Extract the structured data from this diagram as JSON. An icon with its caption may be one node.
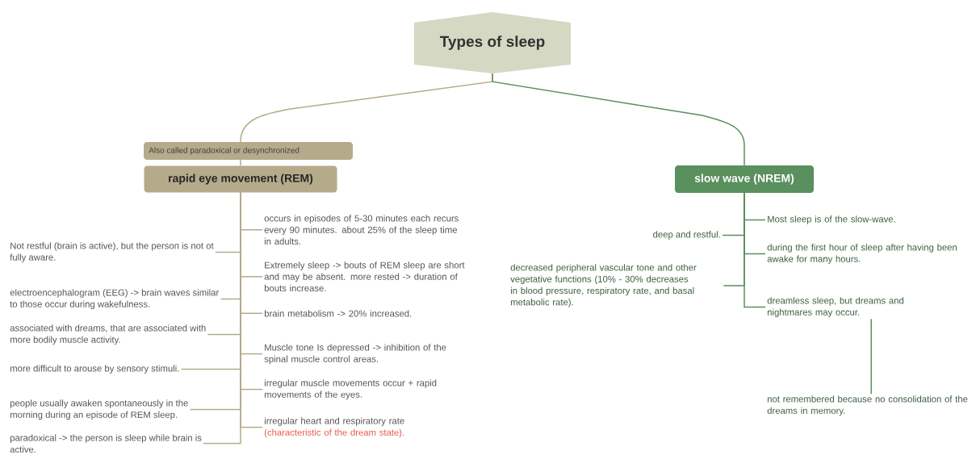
{
  "diagram": {
    "nodes": [
      {
        "text": [
          "Types of sleep"
        ]
      },
      {
        "text": [
          "rapid eye movement (REM)"
        ],
        "beside": [
          "Also called paradoxical or desynchronized"
        ]
      },
      {
        "text": [
          "slow wave (NREM)"
        ]
      },
      {
        "text": [
          "occurs in episodes of 5-30 minutes each recurs every 90 minutes. about 25% of the sleep time in adults."
        ]
      },
      {
        "text": [
          "Not restful (brain is active), but the person is not ot fully aware."
        ]
      },
      {
        "text": [
          "Extremely sleep -> bouts of REM sleep are short and may be absent. more rested -> duration of bouts increase."
        ]
      },
      {
        "text": [
          "electroencephalogram (EEG) -> brain waves similar to those occur during wakefulness."
        ]
      },
      {
        "text": [
          "brain metabolism -> 20% increased."
        ]
      },
      {
        "text": [
          "associated with dreams, that are associated with more bodily muscle activity."
        ]
      },
      {
        "text": [
          "Muscle tone Is depressed -> inhibition of the spinal muscle control areas."
        ]
      },
      {
        "text": [
          "more difficult to arouse by sensory stimuli."
        ]
      },
      {
        "text": [
          "irregular muscle movements occur  + rapid movements of the eyes."
        ]
      },
      {
        "text": [
          "people usually awaken spontaneously in the morning during an episode of REM sleep."
        ]
      },
      {
        "text": [
          "irregular heart and respiratory rate",
          "(characteristic of the dream state)."
        ]
      },
      {
        "text": [
          "paradoxical -> the person is sleep while brain is active."
        ]
      },
      {
        "text": [
          "Most sleep is of the slow-wave."
        ]
      },
      {
        "text": [
          "deep and restful."
        ]
      },
      {
        "text": [
          "during the first hour of sleep after having been awake for many hours."
        ]
      },
      {
        "text": [
          "decreased peripheral vascular tone and other vegetative functions (10% - 30% decreases in blood pressure, respiratory rate, and basal metabolic rate)."
        ]
      },
      {
        "text": [
          "dreamless sleep, but dreams and nightmares may occur."
        ]
      },
      {
        "text": [
          "not remembered because no consolidation of the dreams in memory."
        ]
      }
    ],
    "edges": [
      {
        "from": 0,
        "to": 1,
        "arrow": "none"
      },
      {
        "from": 0,
        "to": 2,
        "arrow": "none",
        "color": "#5a8f5e"
      },
      {
        "from": 1,
        "to": 3,
        "arrow": "none"
      },
      {
        "from": 1,
        "to": 4,
        "arrow": "none"
      },
      {
        "from": 1,
        "to": 5,
        "arrow": "none"
      },
      {
        "from": 1,
        "to": 6,
        "arrow": "none"
      },
      {
        "from": 1,
        "to": 7,
        "arrow": "none"
      },
      {
        "from": 1,
        "to": 8,
        "arrow": "none"
      },
      {
        "from": 1,
        "to": 9,
        "arrow": "none"
      },
      {
        "from": 1,
        "to": 10,
        "arrow": "none"
      },
      {
        "from": 1,
        "to": 11,
        "arrow": "none"
      },
      {
        "from": 1,
        "to": 12,
        "arrow": "none"
      },
      {
        "from": 1,
        "to": 13,
        "arrow": "none"
      },
      {
        "from": 1,
        "to": 14,
        "arrow": "none"
      },
      {
        "from": 2,
        "to": 15,
        "arrow": "none",
        "color": "#5a8f5e"
      },
      {
        "from": 2,
        "to": 16,
        "arrow": "none",
        "color": "#5a8f5e"
      },
      {
        "from": 2,
        "to": 17,
        "arrow": "none",
        "color": "#5a8f5e"
      },
      {
        "from": 2,
        "to": 18,
        "arrow": "none",
        "color": "#5a8f5e"
      },
      {
        "from": 2,
        "to": 19,
        "arrow": "none",
        "color": "#5a8f5e"
      },
      {
        "from": 19,
        "to": 20,
        "arrow": "none",
        "color": "#5a8f5e"
      }
    ]
  }
}
